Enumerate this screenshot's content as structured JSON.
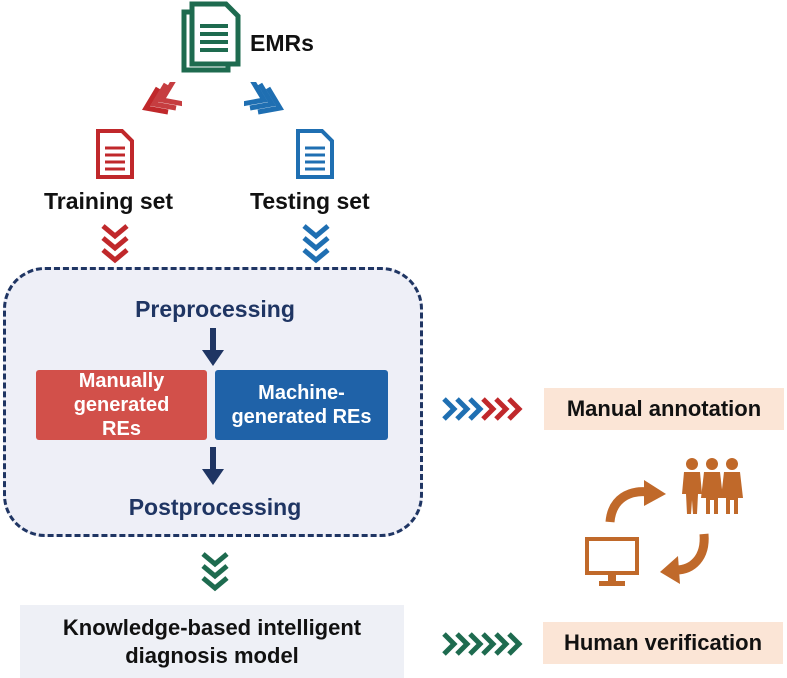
{
  "emrs": {
    "label": "EMRs",
    "icon": "document-stack-icon"
  },
  "training_set": {
    "label": "Training set",
    "icon": "document-icon",
    "color": "#c0282b"
  },
  "testing_set": {
    "label": "Testing set",
    "icon": "document-icon",
    "color": "#1f6fb2"
  },
  "pipeline": {
    "preprocessing": "Preprocessing",
    "manual_re": "Manually generated REs",
    "machine_re": "Machine-generated REs",
    "postprocessing": "Postprocessing",
    "manual_color": "#d2504a",
    "machine_color": "#1f62a8",
    "border_color": "#1f3563"
  },
  "model": {
    "label": "Knowledge-based intelligent diagnosis model"
  },
  "manual_annotation": {
    "label": "Manual annotation"
  },
  "human_verification": {
    "label": "Human verification"
  },
  "colors": {
    "green": "#1e6b4f",
    "orange": "#c0692a",
    "tag_bg": "#fbe5d6"
  }
}
